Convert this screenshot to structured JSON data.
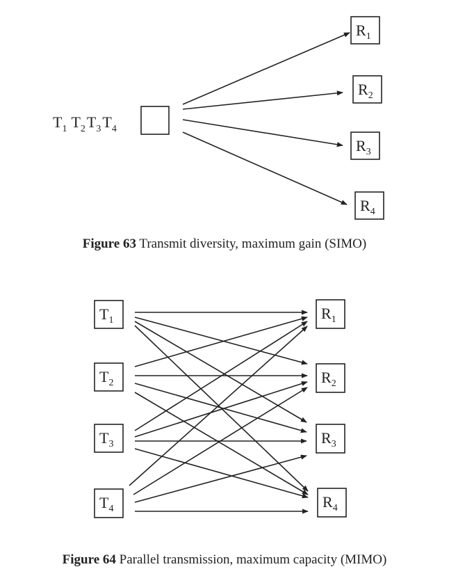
{
  "figure63": {
    "source_label": {
      "letter": "T",
      "subs": [
        "1",
        "2",
        "3",
        "4"
      ]
    },
    "receivers": [
      {
        "letter": "R",
        "sub": "1"
      },
      {
        "letter": "R",
        "sub": "2"
      },
      {
        "letter": "R",
        "sub": "3"
      },
      {
        "letter": "R",
        "sub": "4"
      }
    ],
    "caption_number": "Figure 63",
    "caption_text": " Transmit diversity, maximum gain (SIMO)"
  },
  "figure64": {
    "transmitters": [
      {
        "letter": "T",
        "sub": "1"
      },
      {
        "letter": "T",
        "sub": "2"
      },
      {
        "letter": "T",
        "sub": "3"
      },
      {
        "letter": "T",
        "sub": "4"
      }
    ],
    "receivers": [
      {
        "letter": "R",
        "sub": "1"
      },
      {
        "letter": "R",
        "sub": "2"
      },
      {
        "letter": "R",
        "sub": "3"
      },
      {
        "letter": "R",
        "sub": "4"
      }
    ],
    "caption_number": "Figure 64",
    "caption_text": " Parallel transmission, maximum capacity (MIMO)"
  },
  "colors": {
    "ink": "#222222",
    "background": "#ffffff"
  }
}
